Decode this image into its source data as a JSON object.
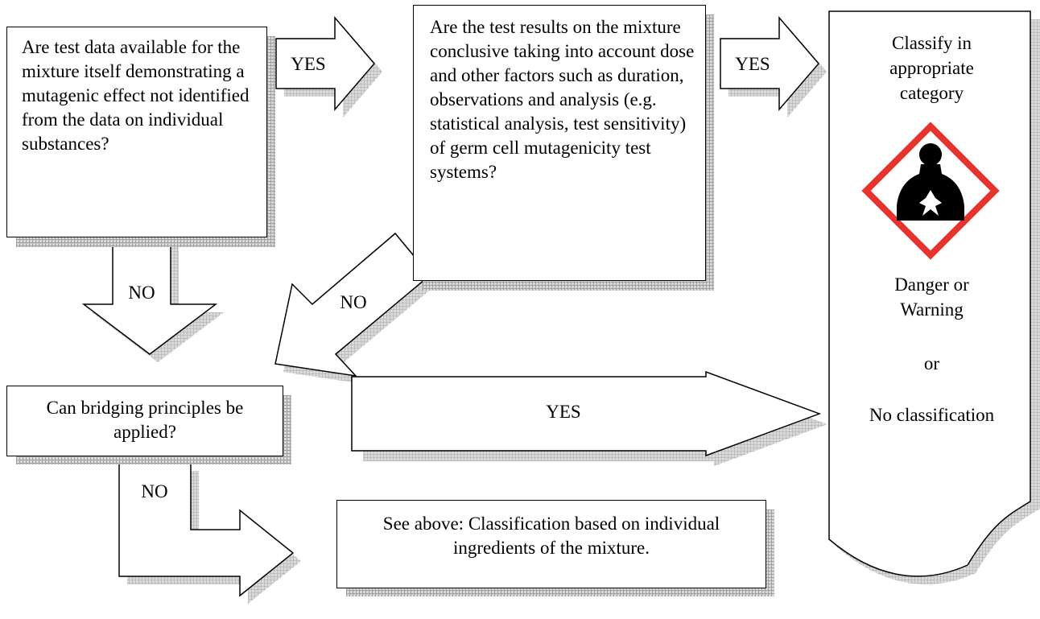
{
  "boxes": {
    "q1": "Are test data available for the mixture itself demonstrating a mutagenic effect not identified from the data on individual substances?",
    "q2": "Are the test results on the mixture conclusive taking into account dose and other factors such as duration, observations and analysis (e.g. statistical analysis, test sensitivity) of germ cell mutagenicity test systems?",
    "q3": "Can bridging principles be applied?",
    "see_above": "See above: Classification based on individual ingredients of the mixture."
  },
  "result": {
    "classify": "Classify in appropriate category",
    "signal": "Danger or Warning",
    "or": "or",
    "no_classification": "No classification",
    "pictogram_icon": "health-hazard-icon"
  },
  "arrows": {
    "q1_yes": "YES",
    "q2_yes": "YES",
    "q1_no": "NO",
    "q2_no": "NO",
    "q3_yes": "YES",
    "q3_no": "NO"
  },
  "colors": {
    "pictogram_border": "#e8322e",
    "shadow": "#a0a0a0"
  }
}
